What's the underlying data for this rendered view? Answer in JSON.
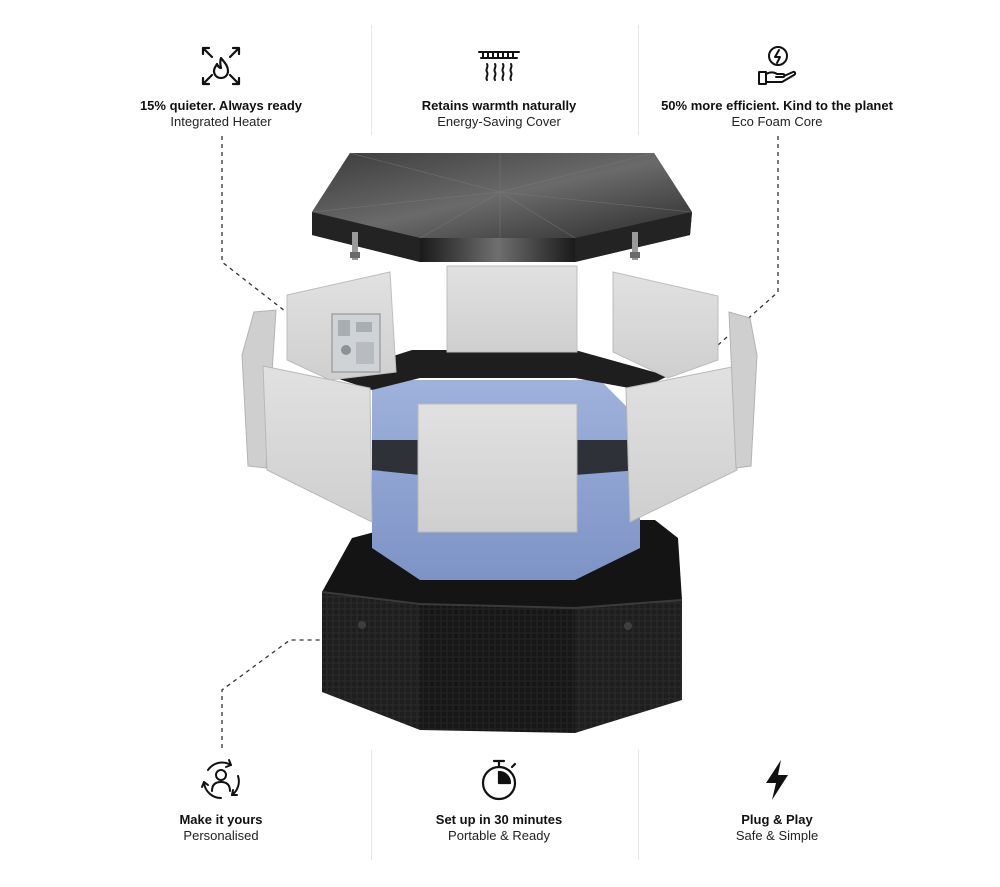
{
  "colors": {
    "text": "#111111",
    "tub_blue": "#8aa0cf",
    "panel_grey": "#d9d9d9",
    "base_black": "#1c1c1c"
  },
  "features_top": [
    {
      "icon": "heater-icon",
      "title": "15% quieter. Always ready",
      "subtitle": "Integrated Heater"
    },
    {
      "icon": "energy-cover-icon",
      "title": "Retains warmth naturally",
      "subtitle": "Energy-Saving Cover"
    },
    {
      "icon": "eco-hand-icon",
      "title": "50% more efficient. Kind to the planet",
      "subtitle": "Eco Foam Core"
    }
  ],
  "features_bottom": [
    {
      "icon": "personalise-icon",
      "title": "Make it yours",
      "subtitle": "Personalised"
    },
    {
      "icon": "stopwatch-icon",
      "title": "Set up in 30 minutes",
      "subtitle": "Portable & Ready"
    },
    {
      "icon": "lightning-icon",
      "title": "Plug & Play",
      "subtitle": "Safe & Simple"
    }
  ]
}
